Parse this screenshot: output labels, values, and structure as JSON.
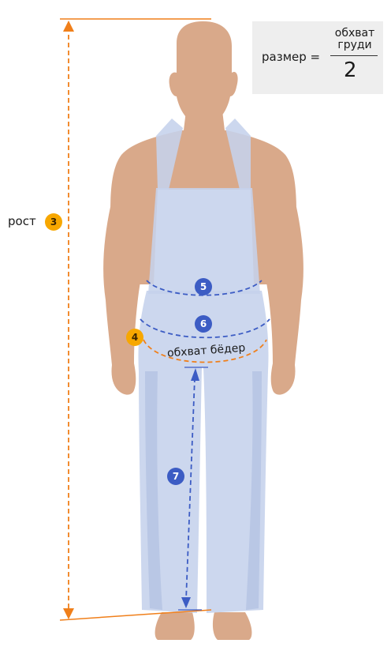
{
  "formula": {
    "lhs": "размер =",
    "numerator_line1": "обхват",
    "numerator_line2": "груди",
    "denominator": "2"
  },
  "labels": {
    "height": "рост",
    "hip_girth": "обхват бёдер"
  },
  "badges": {
    "height": "3",
    "hip": "4",
    "waist": "5",
    "hip_line": "6",
    "inseam": "7"
  },
  "colors": {
    "skin": "#d9a98a",
    "overall": "#c5d2ec",
    "orange": "#f07f1a",
    "blue": "#3c5cc4",
    "badge_orange": "#f7a700"
  }
}
